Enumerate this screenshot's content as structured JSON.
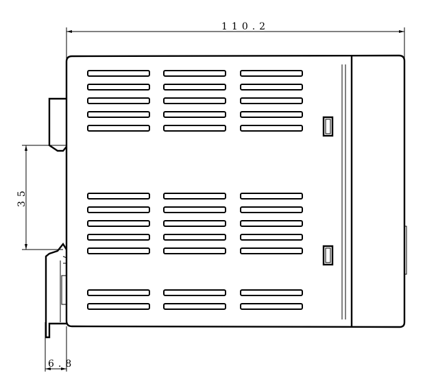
{
  "dimensions": {
    "width_label": "110.2",
    "height_label": "35",
    "rail_label": "6.8"
  }
}
